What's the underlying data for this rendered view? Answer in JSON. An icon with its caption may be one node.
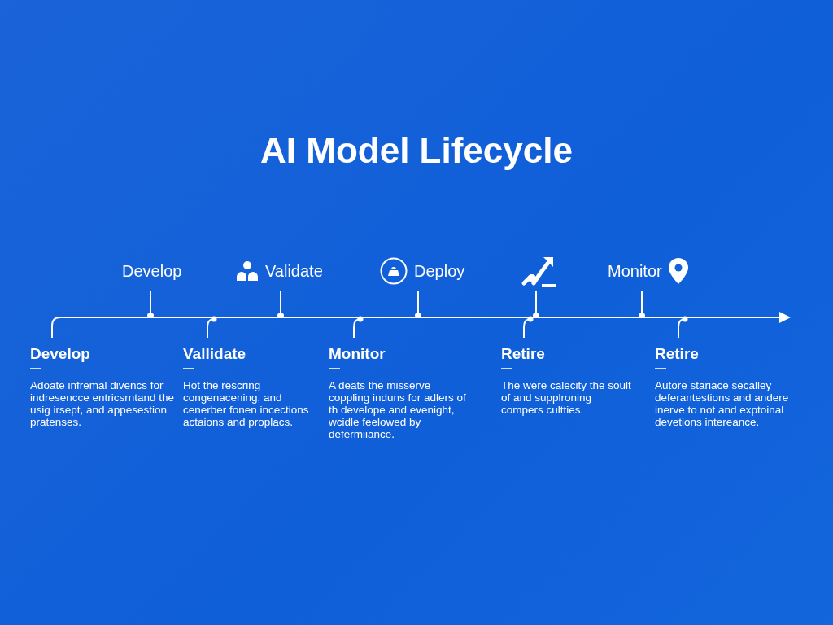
{
  "diagram": {
    "title": "AI Model Lifecycle",
    "nodes": [
      {
        "text": [
          "Develop",
          "Adoate infremal divencs for indresencce entricsrntand the usig irsept, and appesestion pratenses."
        ]
      },
      {
        "text": [
          "Vallidate",
          "Hot the rescring congenacening, and cenerber fonen incections actaions and proplacs."
        ]
      },
      {
        "text": [
          "Monitor",
          "A deats the misserve coppling induns for adlers of th develope and evenight, wcidle feelowed by defermiiance."
        ]
      },
      {
        "text": [
          "Retire",
          "The were calecity the soult of and supplroning compers cultties."
        ]
      },
      {
        "text": [
          "Retire",
          "Autore stariace secalley deferantestions and andere inerve to not and exptoinal devetions intereance."
        ]
      }
    ],
    "labels": [
      "Develop",
      "Validate",
      "Deploy",
      "Monitor"
    ]
  }
}
